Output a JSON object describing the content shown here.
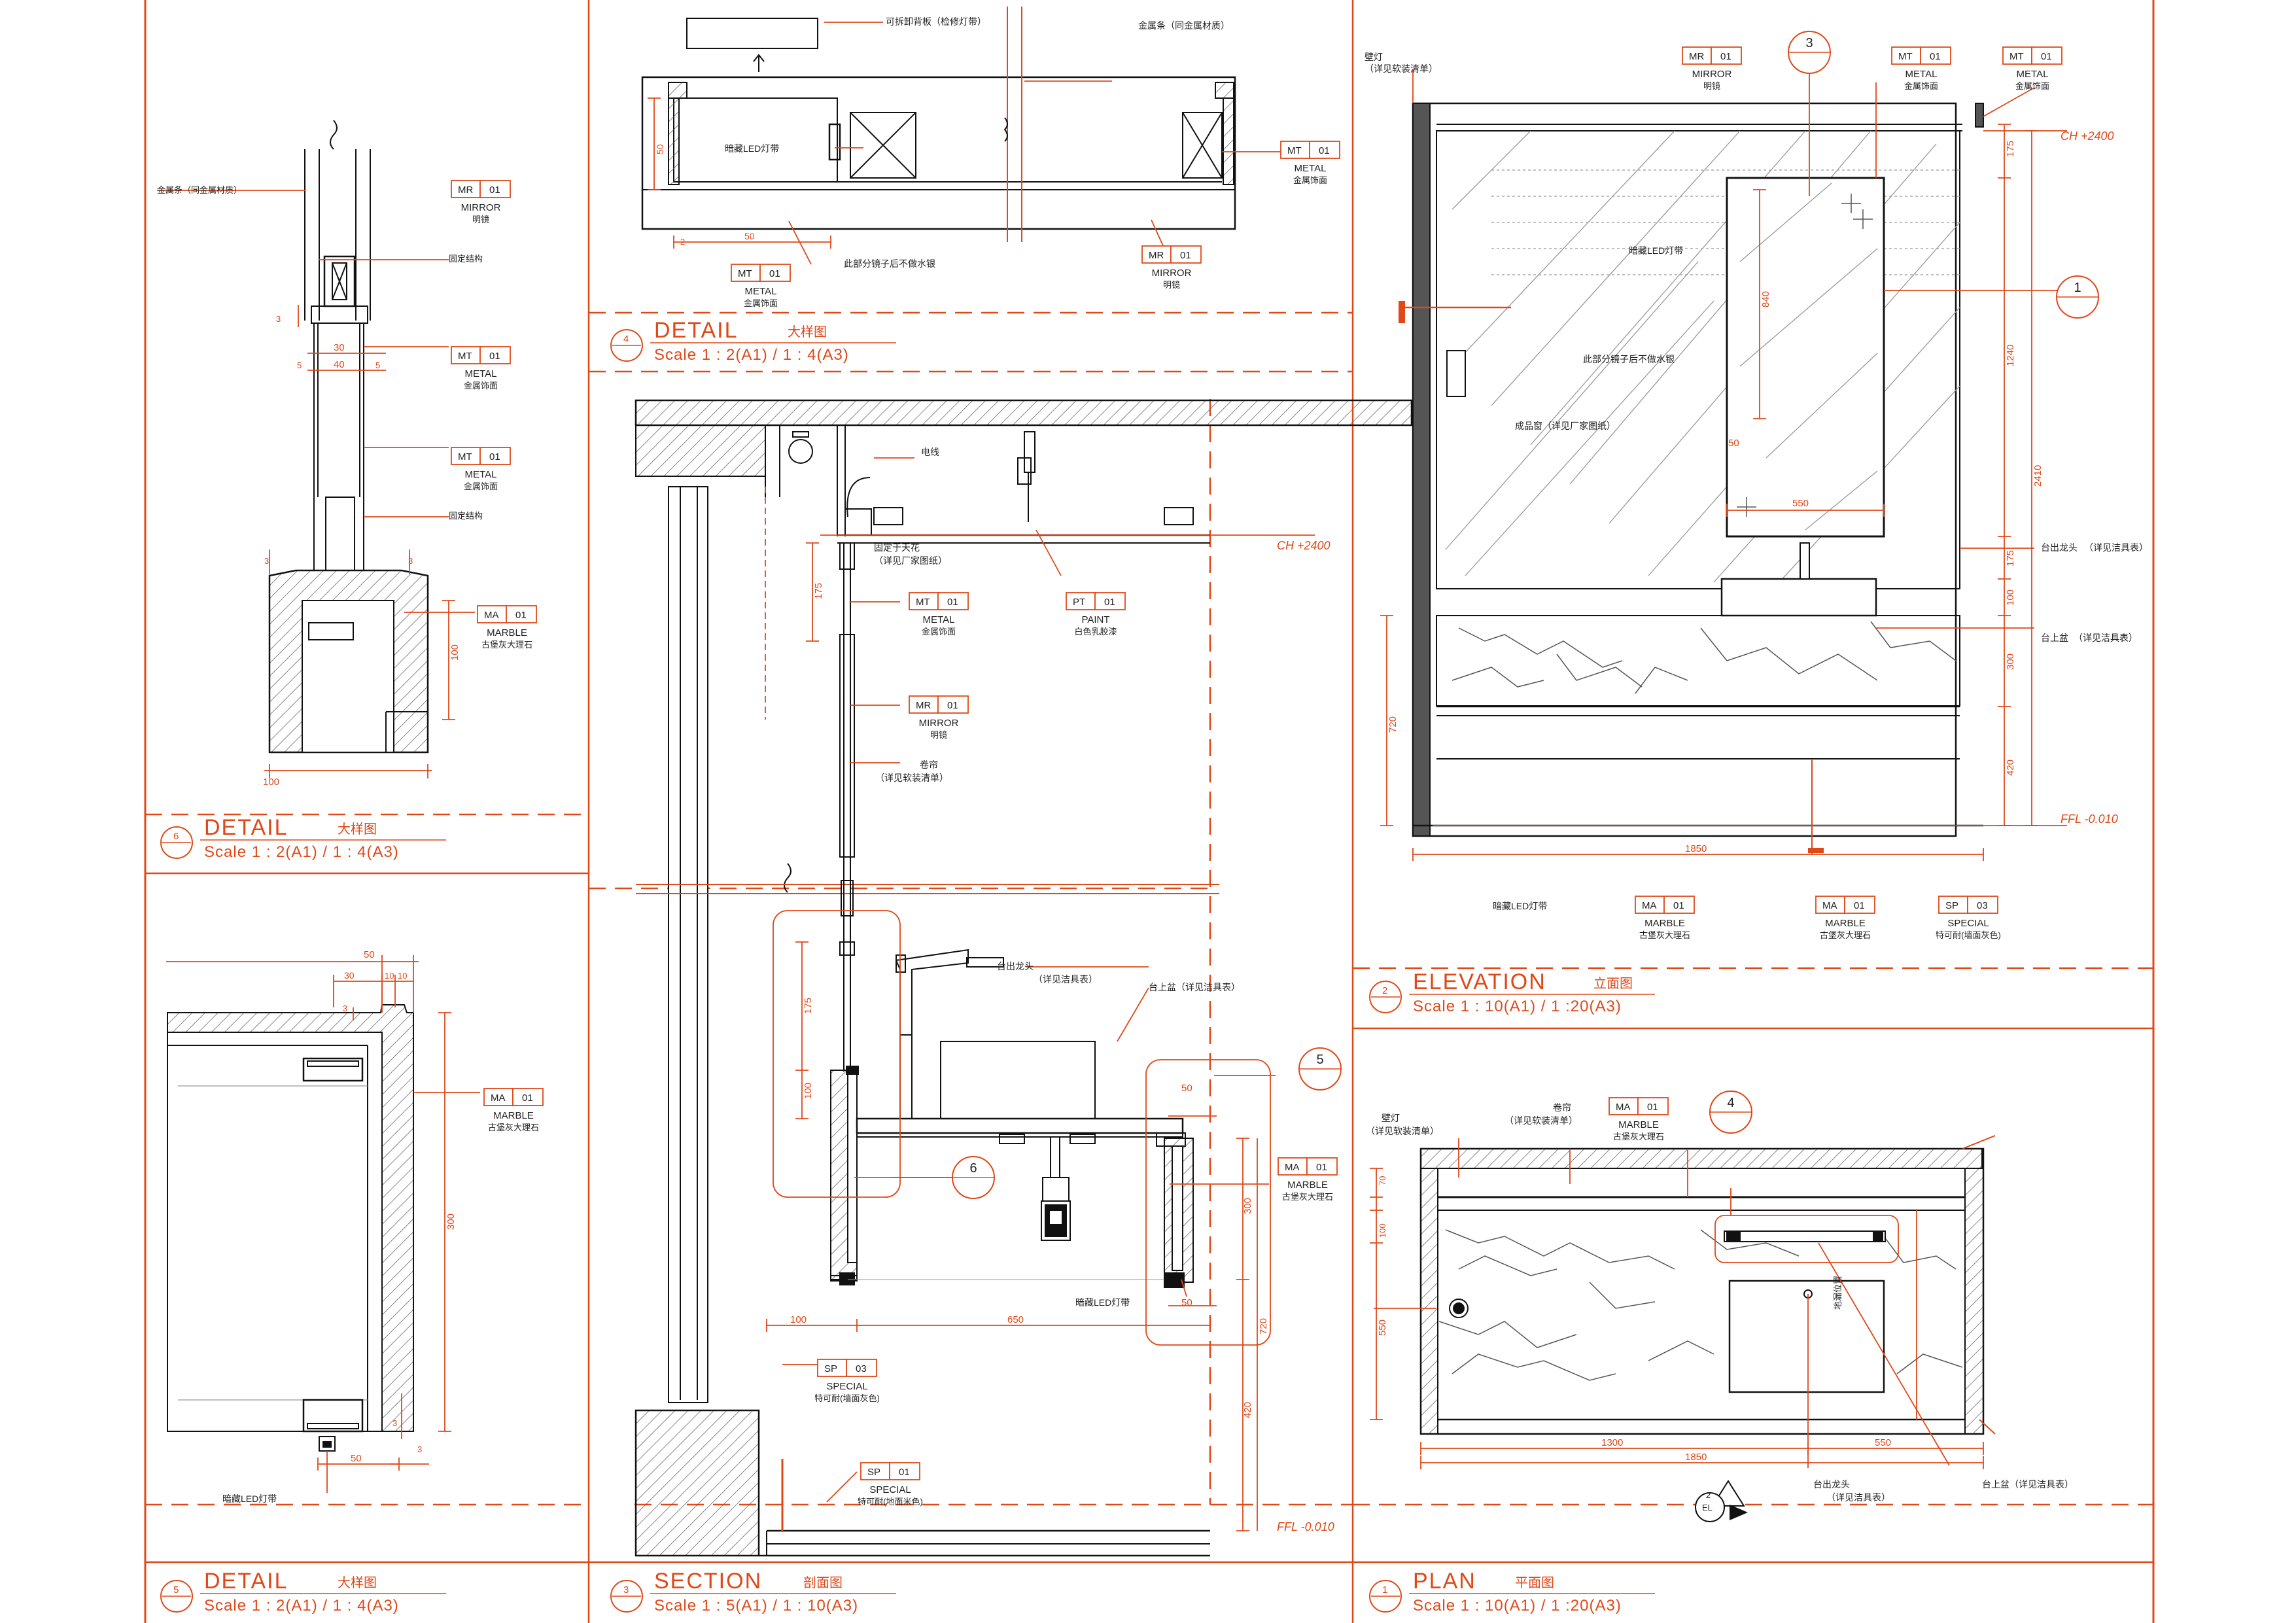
{
  "colors": {
    "accent": "#e04818",
    "line": "#111111",
    "hatch": "#555555"
  },
  "titles": [
    {
      "id": "t6",
      "num": "6",
      "name": "DETAIL",
      "cn": "大样图",
      "scale": "Scale 1 : 2(A1) / 1 : 4(A3)"
    },
    {
      "id": "t4",
      "num": "4",
      "name": "DETAIL",
      "cn": "大样图",
      "scale": "Scale 1 : 2(A1) / 1 : 4(A3)"
    },
    {
      "id": "t2",
      "num": "2",
      "name": "ELEVATION",
      "cn": "立面图",
      "scale": "Scale 1 : 10(A1) / 1 :20(A3)"
    },
    {
      "id": "t5",
      "num": "5",
      "name": "DETAIL",
      "cn": "大样图",
      "scale": "Scale 1 : 2(A1) / 1 : 4(A3)"
    },
    {
      "id": "t3",
      "num": "3",
      "name": "SECTION",
      "cn": "剖面图",
      "scale": "Scale 1 : 5(A1) / 1 : 10(A3)"
    },
    {
      "id": "t1",
      "num": "1",
      "name": "PLAN",
      "cn": "平面图",
      "scale": "Scale 1 : 10(A1) / 1 :20(A3)"
    }
  ],
  "tags": {
    "mr": {
      "code": "MR",
      "num": "01",
      "name": "MIRROR",
      "cn": "明镜"
    },
    "mt": {
      "code": "MT",
      "num": "01",
      "name": "METAL",
      "cn": "金属饰面"
    },
    "ma": {
      "code": "MA",
      "num": "01",
      "name": "MARBLE",
      "cn": "古堡灰大理石"
    },
    "pt": {
      "code": "PT",
      "num": "01",
      "name": "PAINT",
      "cn": "白色乳胶漆"
    },
    "sp03": {
      "code": "SP",
      "num": "03",
      "name": "SPECIAL",
      "cn": "特可耐(墙面灰色)"
    },
    "sp01": {
      "code": "SP",
      "num": "01",
      "name": "SPECIAL",
      "cn": "特可耐(地面米色)"
    }
  },
  "notes": {
    "metal_strip": "金属条（同金属材质）",
    "fixed_structure": "固定结构",
    "removable_panel": "可拆卸背板（检修灯带）",
    "hidden_led": "暗藏LED灯带",
    "mirror_split": "此部分镜子后不做水银",
    "wire": "电线",
    "fixed_ceiling": "固定于天花",
    "see_factory": "（详见厂家图纸）",
    "roller_blind": "卷帘",
    "see_soft": "（详见软装清单）",
    "faucet": "台出龙头",
    "see_sanitary": "（详见洁具表）",
    "basin": "台上盆（详见洁具表）",
    "basin2": "台上盆",
    "wall_lamp": "壁灯",
    "finished_curtain": "成品窗（详见厂家图纸）",
    "see_factory_short": "（详见厂家图纸）",
    "floor_drain": "地漏位置"
  },
  "levels": {
    "ch": "CH +2400",
    "ffl": "FFL -0.010"
  },
  "dims": {
    "d100": "100",
    "d30": "30",
    "d40": "40",
    "d50": "50",
    "d5": "5",
    "d3": "3",
    "d10": "10",
    "d300": "300",
    "d175": "175",
    "d650": "650",
    "d720": "720",
    "d420": "420",
    "d840": "840",
    "d550": "550",
    "d1240": "1240",
    "d2410": "2410",
    "d1850": "1850",
    "d1300": "1300",
    "d70": "70",
    "d2": "2"
  },
  "callouts": {
    "c3": "3",
    "c1": "1",
    "c4": "4",
    "c5": "5",
    "c6": "6",
    "c2": "2",
    "el": "EL"
  }
}
